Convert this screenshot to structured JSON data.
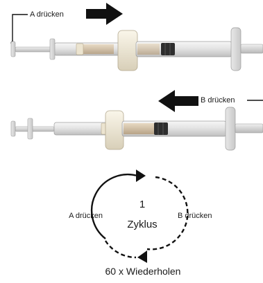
{
  "labels": {
    "push_a_top": "A drücken",
    "push_b_top": "B drücken",
    "cycle_number": "1",
    "cycle_word": "Zyklus",
    "cycle_left": "A drücken",
    "cycle_right": "B drücken",
    "repeat": "60 x Wiederholen"
  },
  "colors": {
    "arrow": "#111111",
    "plunger": "#d9d9d9",
    "barrel": "#e9e9e9",
    "connector": "#efe8d6",
    "stopper": "#2b2b2b",
    "fluid": "#cdb79a"
  }
}
